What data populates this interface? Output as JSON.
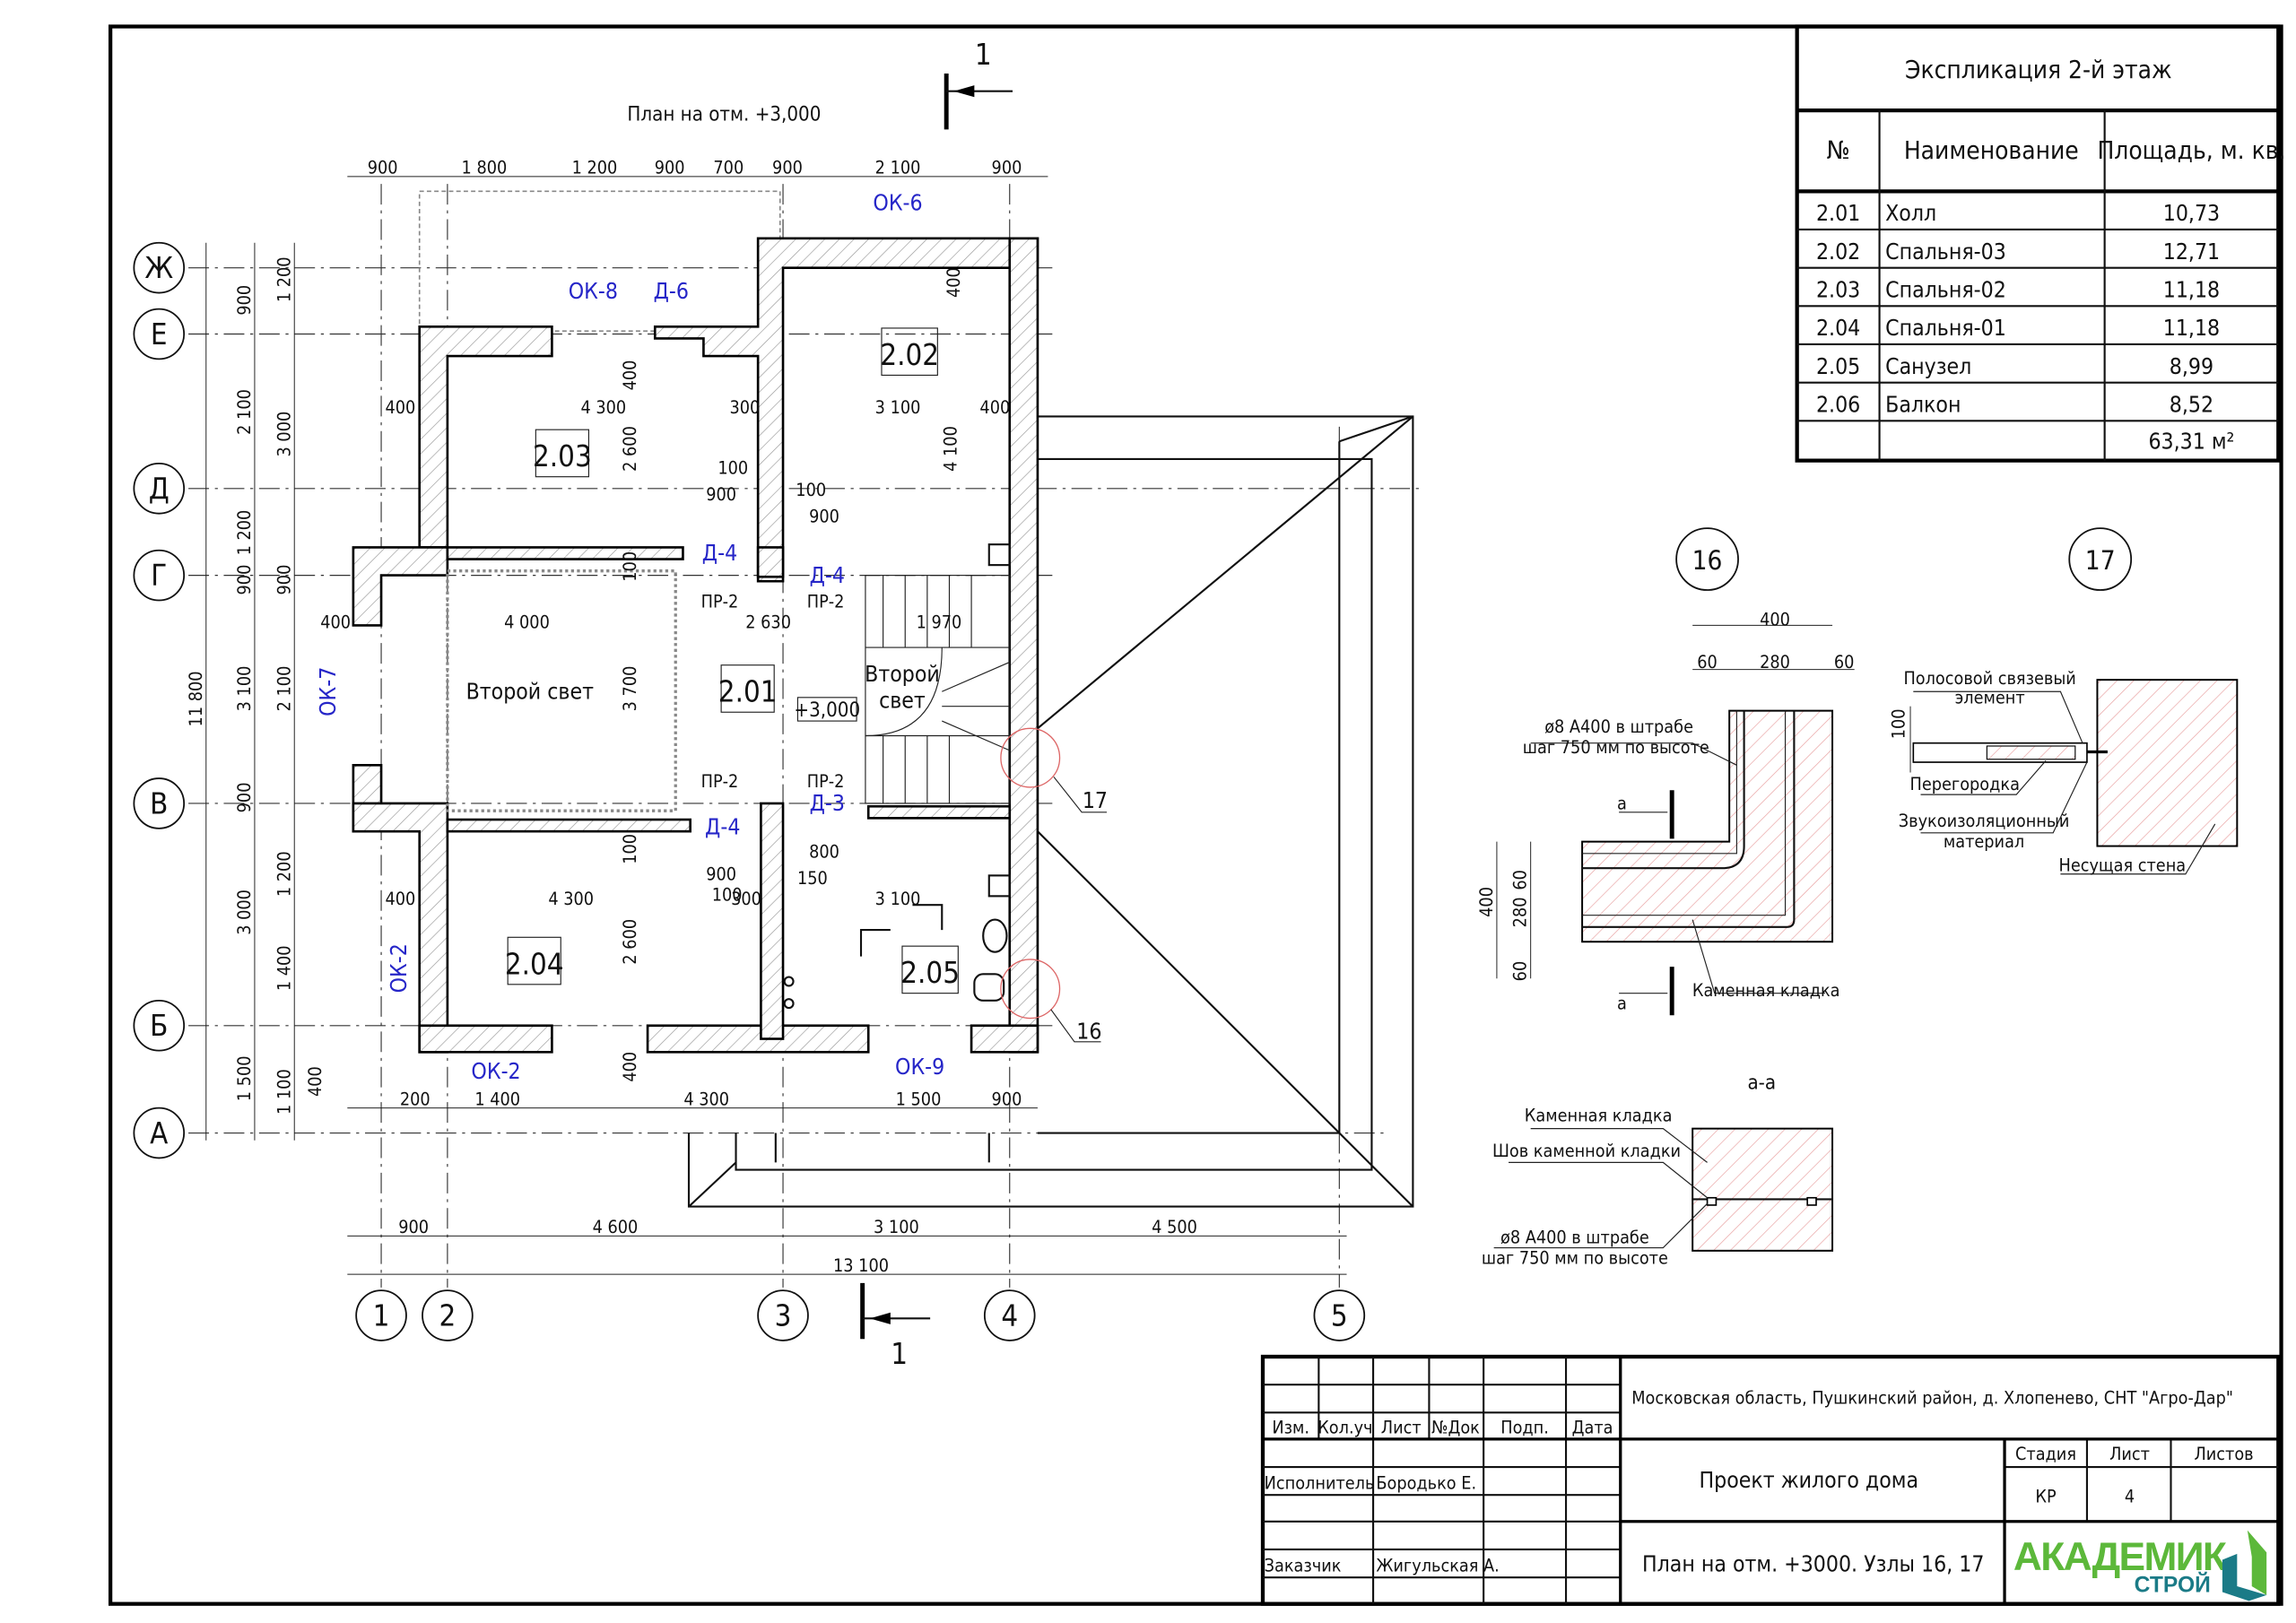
{
  "plan": {
    "title": "План на отм. +3,000",
    "section_mark_top": "1",
    "section_mark_bottom": "1",
    "axis_letters": [
      "Ж",
      "Е",
      "Д",
      "Г",
      "В",
      "Б",
      "А"
    ],
    "axis_numbers": [
      "1",
      "2",
      "3",
      "4",
      "5"
    ],
    "top_dims": [
      "900",
      "1 800",
      "1 200",
      "900",
      "700",
      "900",
      "2 100",
      "900"
    ],
    "bottom_dims": [
      "900",
      "4 600",
      "3 100",
      "4 500"
    ],
    "overall_width": "13 100",
    "left_dims_outer": [
      "900",
      "2 100",
      "1 200",
      "900",
      "3 100",
      "900",
      "3 000",
      "1 500"
    ],
    "left_dims_inner": [
      "1 200",
      "3 000",
      "900",
      "2 100",
      "1 200",
      "1 400",
      "1 100"
    ],
    "overall_height": "11 800",
    "rooms": [
      "2.01",
      "2.02",
      "2.03",
      "2.04",
      "2.05"
    ],
    "second_light": [
      "Второй свет",
      "Второй",
      "свет"
    ],
    "level_mark": "+3,000",
    "openings": [
      "ОК-6",
      "ОК-8",
      "Д-6",
      "ОК-7",
      "ОК-2",
      "ОК-2",
      "ОК-9",
      "Д-4",
      "Д-4",
      "Д-4",
      "Д-3"
    ],
    "partitions": [
      "ПР-2",
      "ПР-2",
      "ПР-2",
      "ПР-2"
    ],
    "callouts": [
      "17",
      "16"
    ],
    "inner_dims": [
      "400",
      "4 300",
      "300",
      "3 100",
      "400",
      "2 600",
      "4 100",
      "400",
      "400",
      "100",
      "900",
      "100",
      "900",
      "100",
      "400",
      "4 000",
      "2 630",
      "1 970",
      "3 700",
      "100",
      "800",
      "900",
      "150",
      "100",
      "300",
      "400",
      "4 300",
      "3 100",
      "2 600",
      "400",
      "400",
      "200",
      "1 400",
      "4 300",
      "1 500",
      "900"
    ]
  },
  "explication": {
    "title": "Экспликация 2-й этаж",
    "headers": [
      "№",
      "Наименование",
      "Площадь, м. кв."
    ],
    "rows": [
      {
        "no": "2.01",
        "name": "Холл",
        "area": "10,73"
      },
      {
        "no": "2.02",
        "name": "Спальня-03",
        "area": "12,71"
      },
      {
        "no": "2.03",
        "name": "Спальня-02",
        "area": "11,18"
      },
      {
        "no": "2.04",
        "name": "Спальня-01",
        "area": "11,18"
      },
      {
        "no": "2.05",
        "name": "Санузел",
        "area": "8,99"
      },
      {
        "no": "2.06",
        "name": "Балкон",
        "area": "8,52"
      }
    ],
    "total": "63,31 м²"
  },
  "detail16": {
    "label": "16",
    "dims_top": [
      "400",
      "60",
      "280",
      "60"
    ],
    "dims_left": [
      "400",
      "280",
      "60",
      "60"
    ],
    "rebar_1": "ø8 А400 в штрабе",
    "rebar_2": "шаг 750 мм по высоте",
    "cut": [
      "а",
      "а"
    ],
    "masonry": "Каменная кладка",
    "section_title": "а-а",
    "section_masonry": "Каменная кладка",
    "section_joint": "Шов каменной кладки",
    "section_rebar_1": "ø8 А400 в штрабе",
    "section_rebar_2": "шаг 750 мм по высоте"
  },
  "detail17": {
    "label": "17",
    "tie_1": "Полосовой связевый",
    "tie_2": "элемент",
    "dim": "100",
    "partition": "Перегородка",
    "sound_1": "Звукоизоляционный",
    "sound_2": "материал",
    "wall": "Несущая стена"
  },
  "title_block": {
    "rev_headers": [
      "Изм.",
      "Кол.уч",
      "Лист",
      "№Док",
      "Подп.",
      "Дата"
    ],
    "executor_label": "Исполнитель",
    "executor_name": "Бородько Е.",
    "customer_label": "Заказчик",
    "customer_name": "Жигульская А.",
    "address": "Московская область, Пушкинский район, д. Хлопенево, СНТ \"Агро-Дар\"",
    "project": "Проект жилого дома",
    "sheet_title": "План на отм. +3000. Узлы 16, 17",
    "stage_header": "Стадия",
    "sheet_header": "Лист",
    "sheets_header": "Листов",
    "stage": "КР",
    "sheet": "4",
    "sheets": "",
    "logo_main": "АКАДЕМИК",
    "logo_sub": "СТРОЙ",
    "logo_green": "#5cb83a",
    "logo_teal": "#1b7b87"
  }
}
